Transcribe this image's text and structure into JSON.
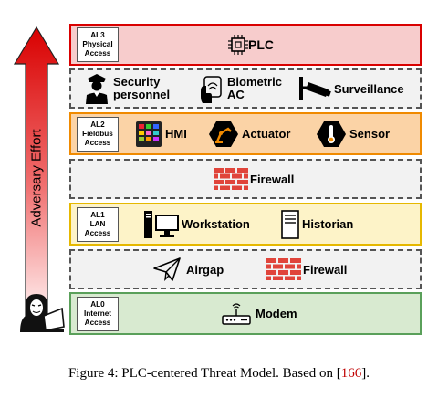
{
  "effort_axis": {
    "label": "Adversary Effort",
    "gradient_top": "#d90000",
    "gradient_bottom": "#ffe6e6"
  },
  "layers": {
    "al3": {
      "tag": [
        "AL3",
        "Physical",
        "Access"
      ],
      "border": "#d90000",
      "fill": "#f7c8c8",
      "items": {
        "plc": "PLC"
      }
    },
    "phys": {
      "items": {
        "security": [
          "Security",
          "personnel"
        ],
        "biometric": [
          "Biometric",
          "AC"
        ],
        "surveillance": "Surveillance"
      }
    },
    "al2": {
      "tag": [
        "AL2",
        "Fieldbus",
        "Access"
      ],
      "border": "#f08a00",
      "fill": "#fbd3a6",
      "items": {
        "hmi": "HMI",
        "actuator": "Actuator",
        "sensor": "Sensor"
      }
    },
    "fw1": {
      "items": {
        "firewall": "Firewall"
      }
    },
    "al1": {
      "tag": [
        "AL1",
        "LAN",
        "Access"
      ],
      "border": "#e6b800",
      "fill": "#fdf3c8",
      "items": {
        "workstation": "Workstation",
        "historian": "Historian"
      }
    },
    "gap": {
      "items": {
        "airgap": "Airgap",
        "firewall": "Firewall"
      }
    },
    "al0": {
      "tag": [
        "AL0",
        "Internet",
        "Access"
      ],
      "border": "#5aa05a",
      "fill": "#d8ead0",
      "items": {
        "modem": "Modem"
      }
    }
  },
  "caption": {
    "text": "Figure 4: PLC-centered Threat Model. Based on [",
    "ref": "166",
    "end": "]."
  }
}
